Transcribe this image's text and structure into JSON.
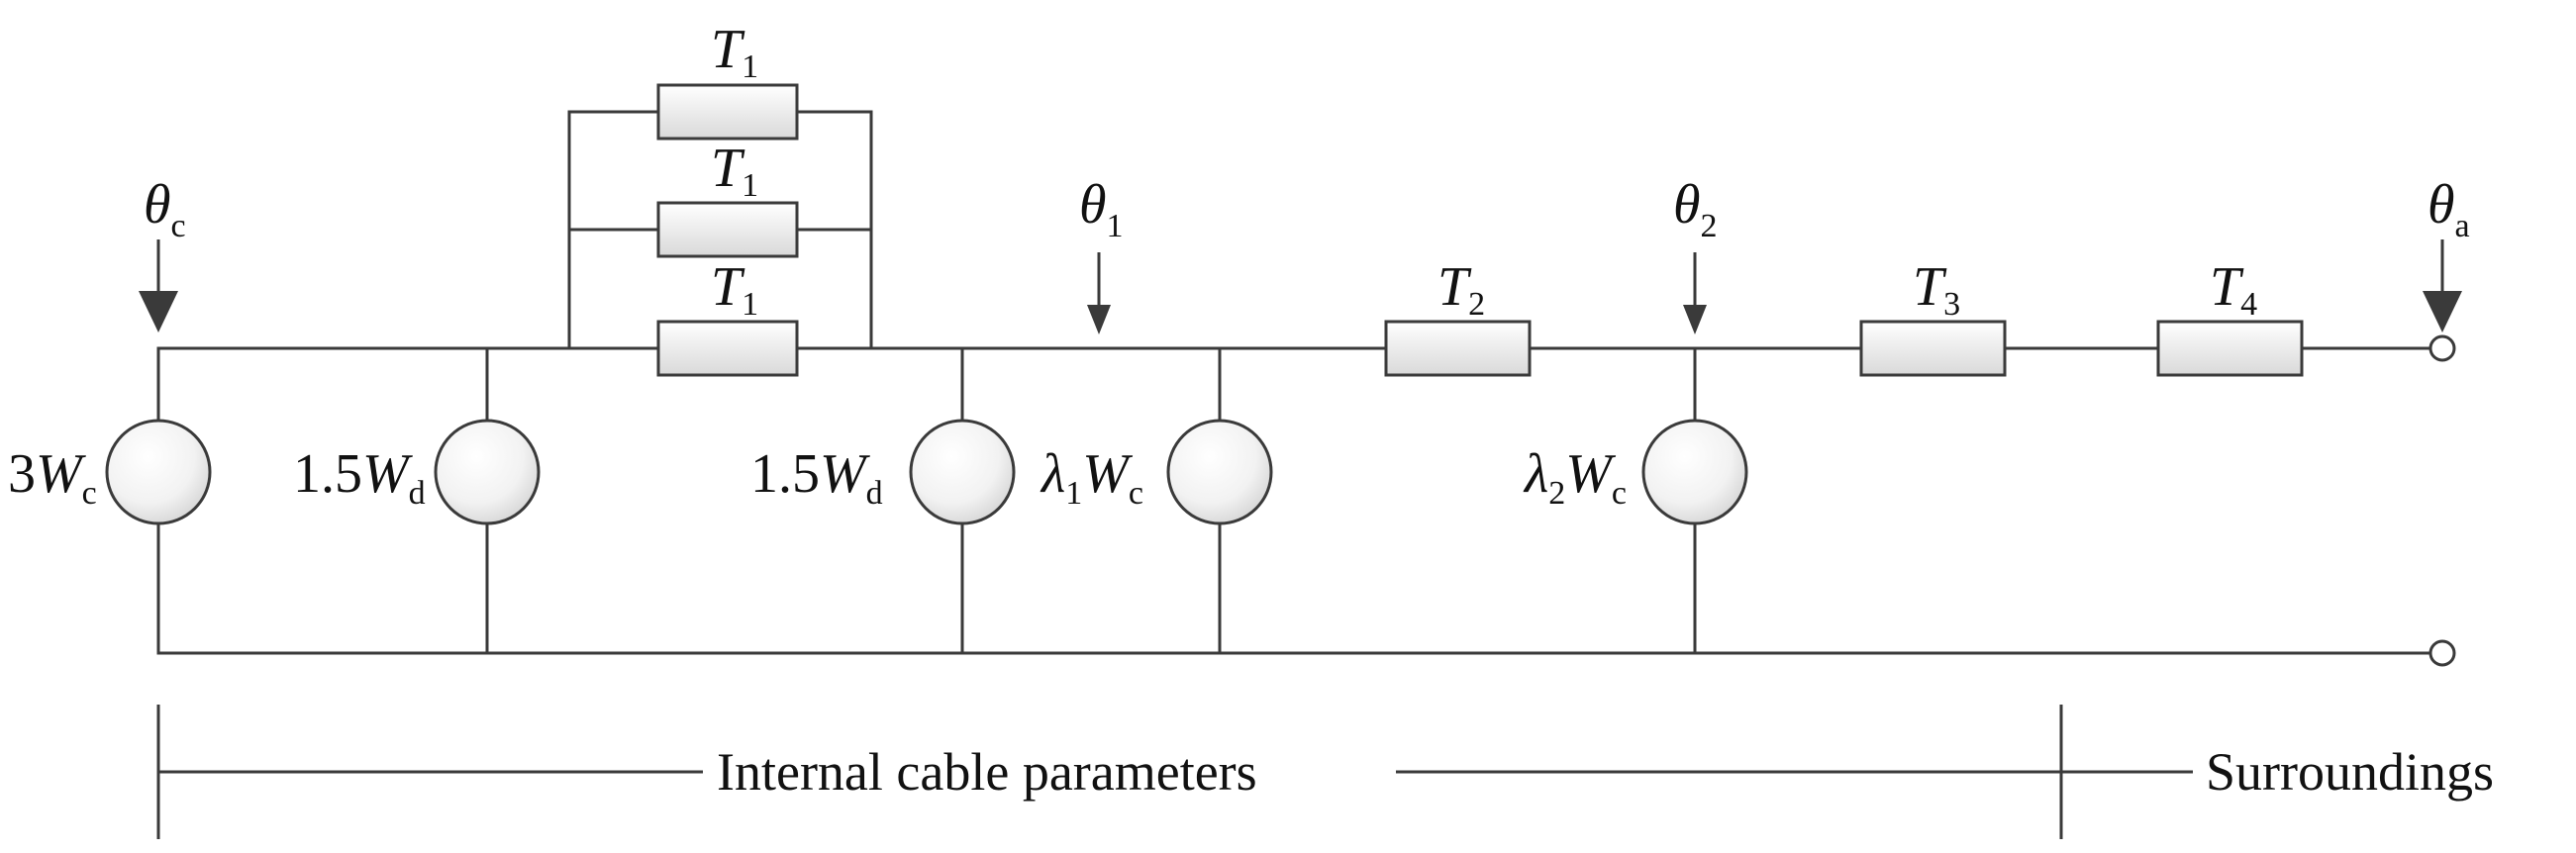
{
  "components": {
    "resistors": [
      {
        "id": "T1-top",
        "symbol": "T",
        "subscript": "1"
      },
      {
        "id": "T1-middle",
        "symbol": "T",
        "subscript": "1"
      },
      {
        "id": "T1-bottom",
        "symbol": "T",
        "subscript": "1"
      },
      {
        "id": "T2",
        "symbol": "T",
        "subscript": "2"
      },
      {
        "id": "T3",
        "symbol": "T",
        "subscript": "3"
      },
      {
        "id": "T4",
        "symbol": "T",
        "subscript": "4"
      }
    ],
    "sources": [
      {
        "id": "3Wc",
        "prefix": "3",
        "symbol": "W",
        "subscript": "c"
      },
      {
        "id": "1.5Wd-left",
        "prefix": "1.5",
        "symbol": "W",
        "subscript": "d"
      },
      {
        "id": "1.5Wd-right",
        "prefix": "1.5",
        "symbol": "W",
        "subscript": "d"
      },
      {
        "id": "lambda1Wc",
        "lambda": "λ",
        "lambda_sub": "1",
        "symbol": "W",
        "subscript": "c"
      },
      {
        "id": "lambda2Wc",
        "lambda": "λ",
        "lambda_sub": "2",
        "symbol": "W",
        "subscript": "c"
      }
    ],
    "temperatures": [
      {
        "id": "theta-c",
        "symbol": "θ",
        "subscript": "c"
      },
      {
        "id": "theta-1",
        "symbol": "θ",
        "subscript": "1"
      },
      {
        "id": "theta-2",
        "symbol": "θ",
        "subscript": "2"
      },
      {
        "id": "theta-a",
        "symbol": "θ",
        "subscript": "a"
      }
    ]
  },
  "legend": {
    "internal": "Internal cable parameters",
    "surroundings": "Surroundings"
  },
  "colors": {
    "line": "#3a3a3a",
    "fill_light": "#ffffff",
    "fill_shade": "#d9d9d9"
  }
}
